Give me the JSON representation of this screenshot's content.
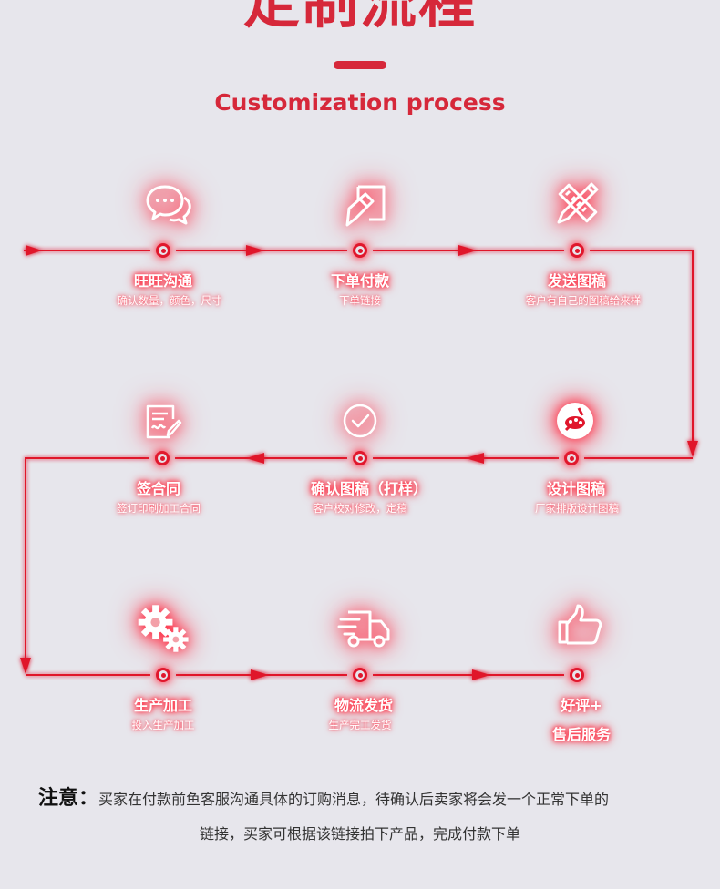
{
  "header": {
    "title_cn": "定制流程",
    "title_en": "Customization process"
  },
  "steps": [
    {
      "title": "旺旺沟通",
      "sub": "确认数量，颜色，尺寸",
      "icon": "chat-bubbles-icon"
    },
    {
      "title": "下单付款",
      "sub": "下单链接",
      "icon": "order-edit-icon"
    },
    {
      "title": "发送图稿",
      "sub": "客户有自己的图稿给来样",
      "icon": "pencil-ruler-icon"
    },
    {
      "title": "设计图稿",
      "sub": "厂家排版设计图稿",
      "icon": "palette-icon"
    },
    {
      "title": "确认图稿（打样）",
      "sub": "客户校对修改，定稿",
      "icon": "checkmark-circle-icon"
    },
    {
      "title": "签合同",
      "sub": "签订印刷加工合同",
      "icon": "contract-sign-icon"
    },
    {
      "title": "生产加工",
      "sub": "投入生产加工",
      "icon": "gears-icon"
    },
    {
      "title": "物流发货",
      "sub": "生产完工发货",
      "icon": "delivery-truck-icon"
    },
    {
      "title": "好评+",
      "sub": "售后服务",
      "icon": "thumbs-up-icon"
    }
  ],
  "note": {
    "label": "注意：",
    "line1": "买家在付款前鱼客服沟通具体的订购消息，待确认后卖家将会发一个正常下单的",
    "line2": "链接，买家可根据该链接拍下产品，完成付款下单"
  },
  "colors": {
    "accent": "#d6283a",
    "line": "#e0172c",
    "background": "#e7e6ec"
  }
}
